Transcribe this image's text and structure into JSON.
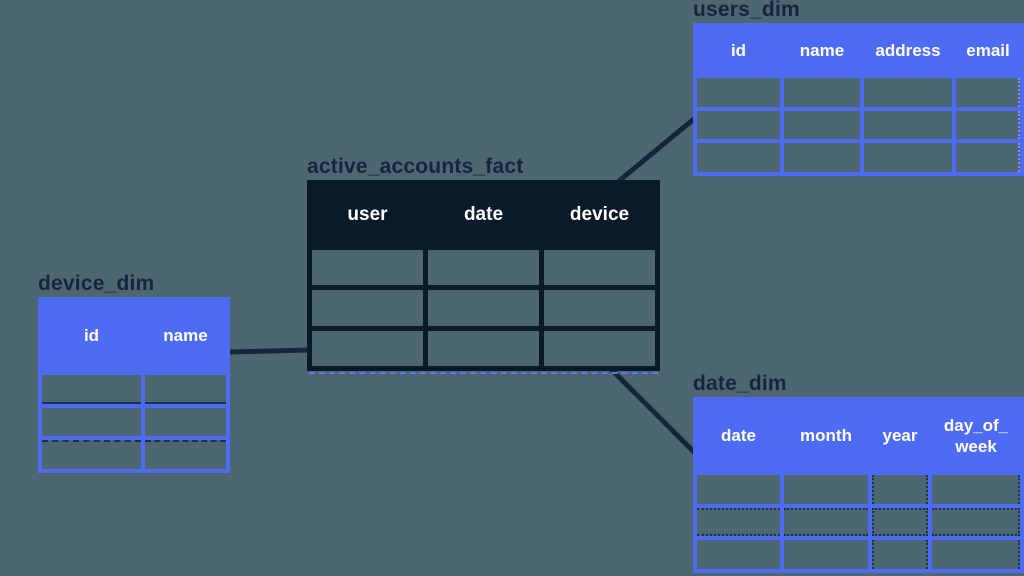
{
  "diagram": {
    "background_color": "#4d6772",
    "colors": {
      "dimension_header_blue": "#4e6cf3",
      "fact_header_navy": "#0b1a2b",
      "connector_line": "#14263c",
      "title_text": "#14263c",
      "header_label_text": "#ffffff"
    },
    "tables": {
      "fact": {
        "title": "active_accounts_fact",
        "kind": "fact",
        "columns": [
          "user",
          "date",
          "device"
        ],
        "row_count": 3
      },
      "users": {
        "title": "users_dim",
        "kind": "dimension",
        "columns": [
          "id",
          "name",
          "address",
          "email"
        ],
        "row_count": 3
      },
      "device": {
        "title": "device_dim",
        "kind": "dimension",
        "columns": [
          "id",
          "name"
        ],
        "row_count": 3
      },
      "date": {
        "title": "date_dim",
        "kind": "dimension",
        "columns": [
          "date",
          "month",
          "year",
          "day_of_week"
        ],
        "row_count": 3
      }
    },
    "connectors": [
      {
        "name": "device-to-fact",
        "from": "device_dim",
        "to": "active_accounts_fact"
      },
      {
        "name": "fact-to-users",
        "from": "active_accounts_fact",
        "to": "users_dim"
      },
      {
        "name": "fact-to-date",
        "from": "active_accounts_fact",
        "to": "date_dim"
      }
    ]
  }
}
